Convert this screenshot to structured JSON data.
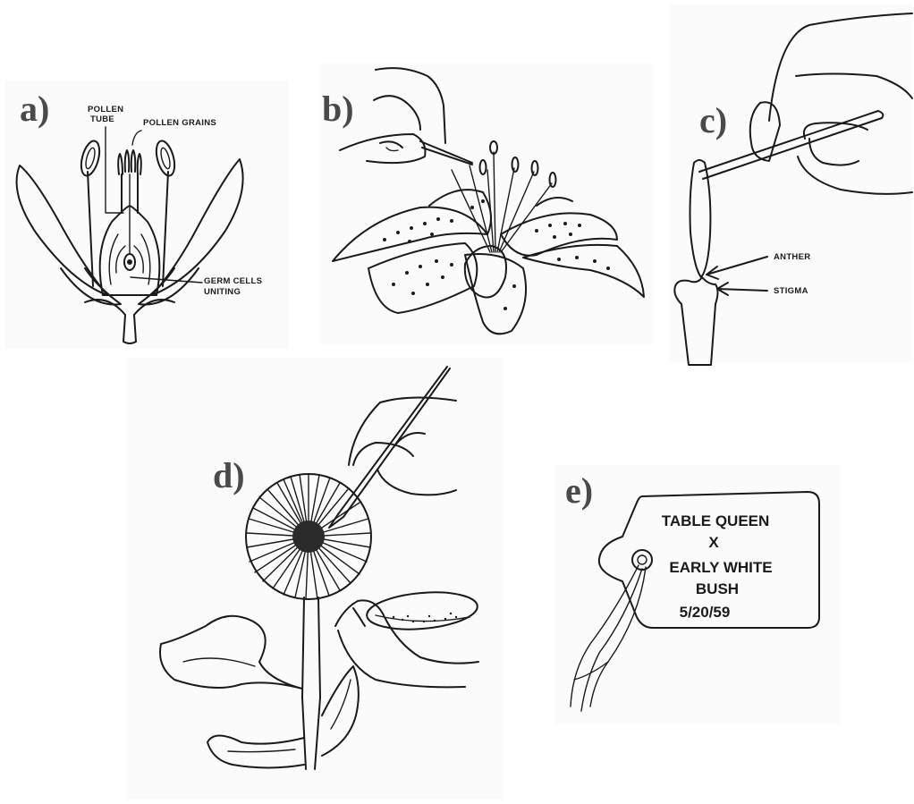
{
  "panel_a": {
    "letter": "a)",
    "labels": {
      "pollen_tube_1": "POLLEN",
      "pollen_tube_2": "TUBE",
      "pollen_grains": "POLLEN GRAINS",
      "germ_cells_1": "GERM CELLS",
      "germ_cells_2": "UNITING"
    }
  },
  "panel_b": {
    "letter": "b)"
  },
  "panel_c": {
    "letter": "c)",
    "labels": {
      "anther": "ANTHER",
      "stigma": "STIGMA"
    }
  },
  "panel_d": {
    "letter": "d)"
  },
  "panel_e": {
    "letter": "e)",
    "tag_lines": [
      "TABLE QUEEN",
      "X",
      "EARLY WHITE",
      "BUSH",
      "5/20/59"
    ]
  }
}
